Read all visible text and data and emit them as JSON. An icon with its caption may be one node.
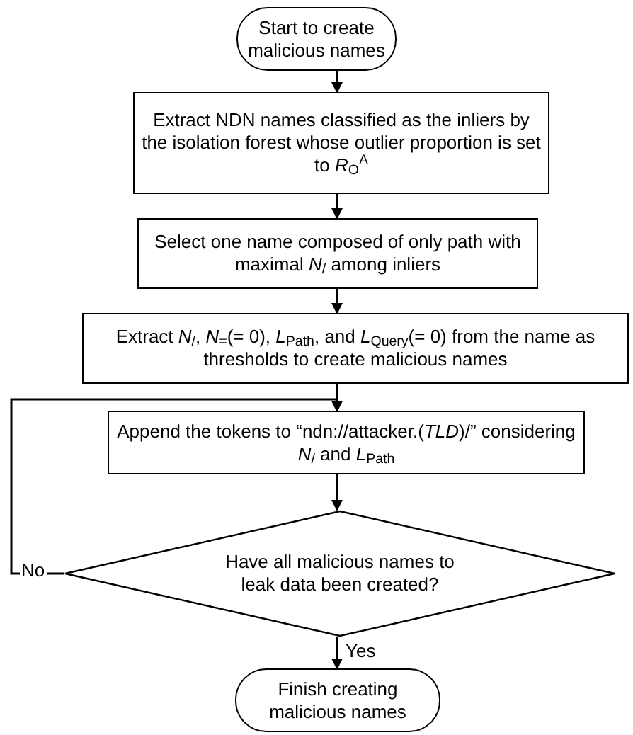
{
  "diagram": {
    "nodes": [
      {
        "text": [
          "Start to create malicious names"
        ]
      },
      {
        "text": [
          "Extract NDN names classified as the inliers by the isolation forest whose outlier proportion is set to *R*$_{O}$$^{A}$"
        ]
      },
      {
        "text": [
          "Select one name composed of only path with maximal *N*$_{/}$ among inliers"
        ]
      },
      {
        "text": [
          "Extract *N*$_{/}$, *N*$_{=}$(= 0), *L*$_{Path}$, and *L*$_{Query}$(= 0) from the name as thresholds to create malicious names"
        ]
      },
      {
        "text": [
          "Append the tokens to “ndn://attacker.(*TLD*)/” considering *N*$_{/}$ and *L*$_{Path}$"
        ]
      },
      {
        "text": [
          "Have all malicious names to leak data been created?"
        ]
      },
      {
        "text": [
          "Finish creating malicious names"
        ]
      }
    ],
    "edges": [
      {
        "from": 0,
        "to": 1,
        "arrow": "to"
      },
      {
        "from": 1,
        "to": 2,
        "arrow": "to"
      },
      {
        "from": 2,
        "to": 3,
        "arrow": "to"
      },
      {
        "from": 3,
        "to": 4,
        "arrow": "to"
      },
      {
        "from": 4,
        "to": 5,
        "arrow": "to"
      },
      {
        "from": 5,
        "to": 4,
        "arrow": "to",
        "label": "No"
      },
      {
        "from": 5,
        "to": 6,
        "arrow": "to",
        "label": "Yes"
      }
    ]
  }
}
